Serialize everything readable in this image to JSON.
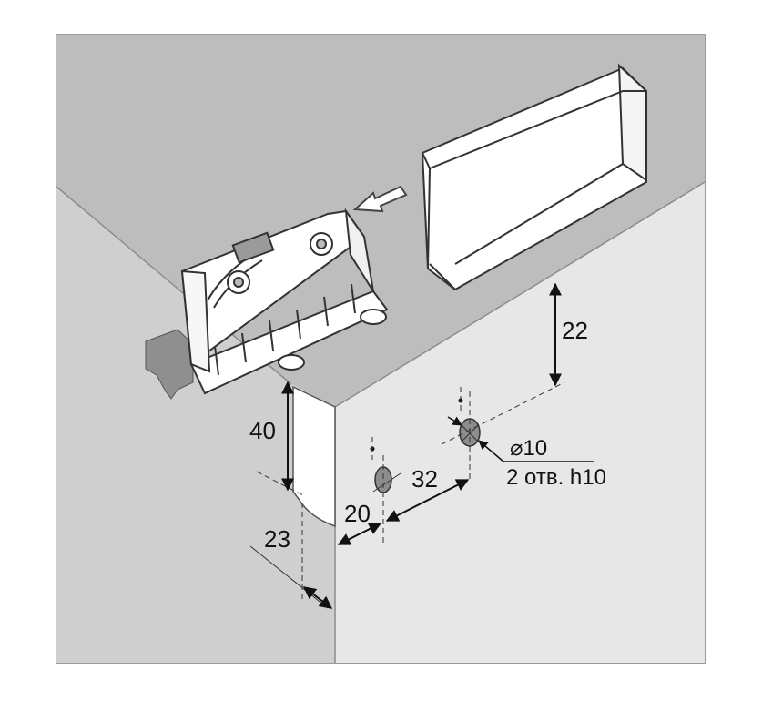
{
  "colors": {
    "frame_border": "#9a9a9a",
    "top_surface": "#bdbdbd",
    "left_wall": "#cfcfcf",
    "right_wall": "#e7e7e7",
    "hole_fill": "#8c8c8c",
    "outline": "#222222",
    "part_fill": "#ffffff"
  },
  "dimensions": {
    "top_offset": "22",
    "hinge_height": "40",
    "hole_spacing": "32",
    "edge_offset": "20",
    "depth_offset": "23"
  },
  "hole_note": {
    "diameter": "⌀10",
    "count_depth": "2 отв. h10"
  },
  "icons": [
    "arrow-icon",
    "hinge-part-icon",
    "cover-cap-icon",
    "drill-hole-icon",
    "mounting-clip-icon"
  ]
}
